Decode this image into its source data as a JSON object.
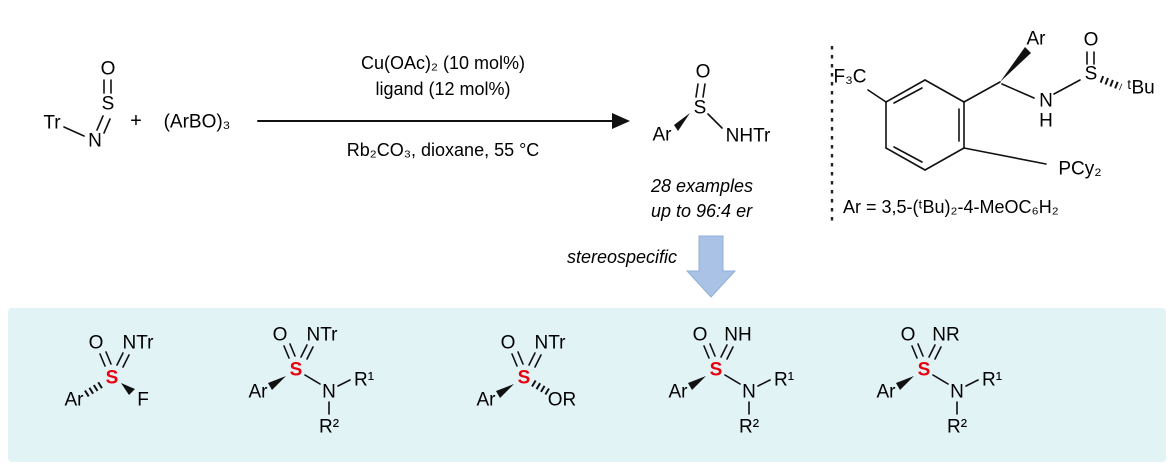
{
  "colors": {
    "bond": "#111111",
    "s_highlight": "#e8000d",
    "panel_bg": "#e2f3f6",
    "arrow_fill": "#a9c2e6",
    "arrow_stroke": "#8fb0d8"
  },
  "scheme": {
    "reactant1": {
      "tr": "Tr",
      "n": "N",
      "s": "S",
      "o": "O"
    },
    "plus": "+",
    "reactant2": "(ArBO)₃",
    "conditions": {
      "line1": "Cu(OAc)₂ (10 mol%)",
      "line2": "ligand (12 mol%)",
      "line3": "Rb₂CO₃, dioxane, 55 °C"
    },
    "product": {
      "o": "O",
      "s": "S",
      "ar": "Ar",
      "nhtr": "NHTr"
    },
    "results": {
      "line1": "28 examples",
      "line2": "up to 96:4 er"
    },
    "stereo_label": "stereospecific"
  },
  "ligand": {
    "f3c": "F₃C",
    "ar": "Ar",
    "o": "O",
    "s": "S",
    "n": "N",
    "h": "H",
    "tbu": "ᵗBu",
    "pcy2": "PCy₂",
    "ar_definition": "Ar = 3,5-(ᵗBu)₂-4-MeOC₆H₂"
  },
  "products_panel": {
    "structures": [
      {
        "o": "O",
        "nx": "NTr",
        "s": "S",
        "ar": "Ar",
        "sub": "F"
      },
      {
        "o": "O",
        "nx": "NTr",
        "s": "S",
        "ar": "Ar",
        "n": "N",
        "r1": "R¹",
        "r2": "R²"
      },
      {
        "o": "O",
        "nx": "NTr",
        "s": "S",
        "ar": "Ar",
        "sub": "OR"
      },
      {
        "o": "O",
        "nx": "NH",
        "s": "S",
        "ar": "Ar",
        "n": "N",
        "r1": "R¹",
        "r2": "R²"
      },
      {
        "o": "O",
        "nx": "NR",
        "s": "S",
        "ar": "Ar",
        "n": "N",
        "r1": "R¹",
        "r2": "R²"
      }
    ]
  }
}
